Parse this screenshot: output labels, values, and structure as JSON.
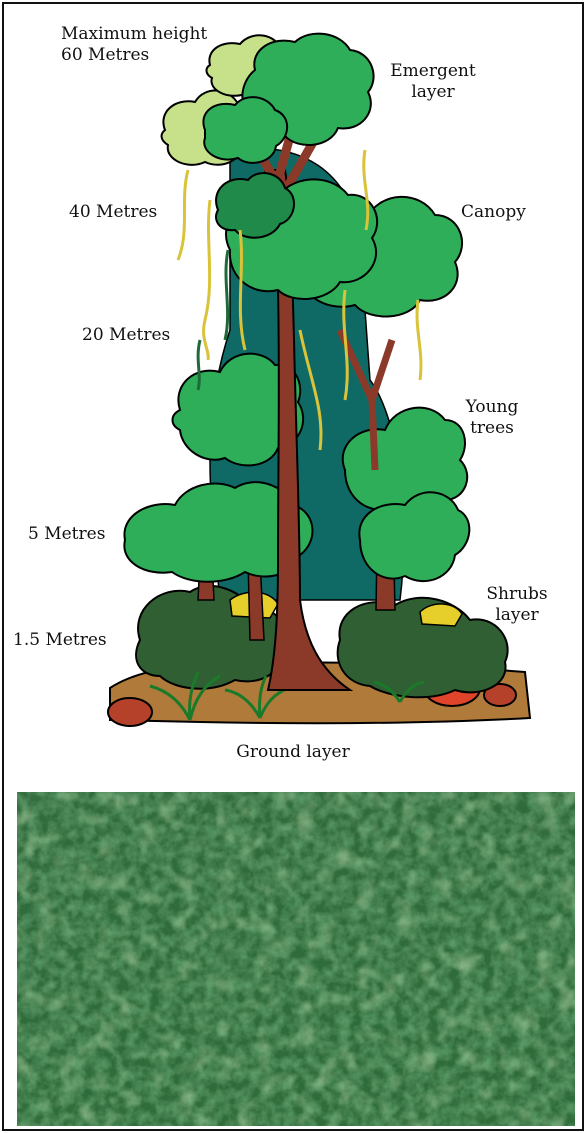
{
  "labels": {
    "max_height": "Maximum height",
    "max_height_value": "60 Metres",
    "emergent_1": "Emergent",
    "emergent_2": "layer",
    "m40": "40 Metres",
    "canopy": "Canopy",
    "m20": "20 Metres",
    "young_1": "Young",
    "young_2": "trees",
    "m5": "5 Metres",
    "shrubs_1": "Shrubs",
    "shrubs_2": "layer",
    "m15": "1.5 Metres",
    "ground": "Ground layer"
  },
  "colors": {
    "trunk": "#8b3a2a",
    "leaf_dark": "#1f8a4a",
    "leaf_mid": "#2fae5a",
    "leaf_light": "#c7e08a",
    "shrub": "#2f5f33",
    "teal": "#0f6a66",
    "soil": "#b07a3a",
    "vine": "#d9c33a",
    "photo_base": "#2f6a3a"
  },
  "icons": {
    "photo": "forest-canopy-photo"
  }
}
